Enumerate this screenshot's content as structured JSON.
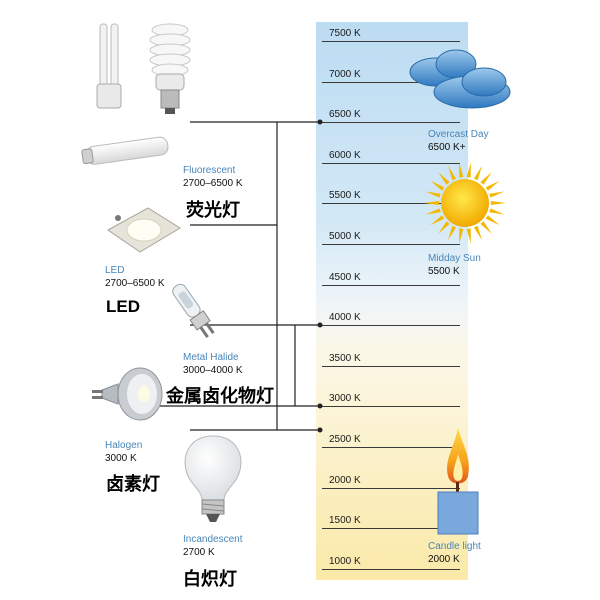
{
  "scale": {
    "ticks": [
      "7500 K",
      "7000 K",
      "6500 K",
      "6000 K",
      "5500 K",
      "5000 K",
      "4500 K",
      "4000 K",
      "3500 K",
      "3000 K",
      "2500 K",
      "2000 K",
      "1500 K",
      "1000 K"
    ]
  },
  "conditions": [
    {
      "name": "Overcast Day",
      "value": "6500 K+",
      "icon": "cloud-icon"
    },
    {
      "name": "Midday Sun",
      "value": "5500 K",
      "icon": "sun-icon"
    },
    {
      "name": "Candle light",
      "value": "2000 K",
      "icon": "candle-icon"
    }
  ],
  "lamps": [
    {
      "name": "Fluorescent",
      "range": "2700–6500 K",
      "cn": "荧光灯",
      "icon": "fluorescent-tube-icon"
    },
    {
      "name": "LED",
      "range": "2700–6500 K",
      "cn": "LED",
      "icon": "led-module-icon"
    },
    {
      "name": "Metal Halide",
      "range": "3000–4000 K",
      "cn": "金属卤化物灯",
      "icon": "metal-halide-lamp-icon"
    },
    {
      "name": "Halogen",
      "range": "3000 K",
      "cn": "卤素灯",
      "icon": "halogen-lamp-icon"
    },
    {
      "name": "Incandescent",
      "range": "2700 K",
      "cn": "白炽灯",
      "icon": "light-bulb-icon"
    }
  ],
  "colors": {
    "cool": "#bcdcf2",
    "neutral": "#f3f7fa",
    "warm": "#fbedb8",
    "label_blue": "#4a86b8"
  }
}
